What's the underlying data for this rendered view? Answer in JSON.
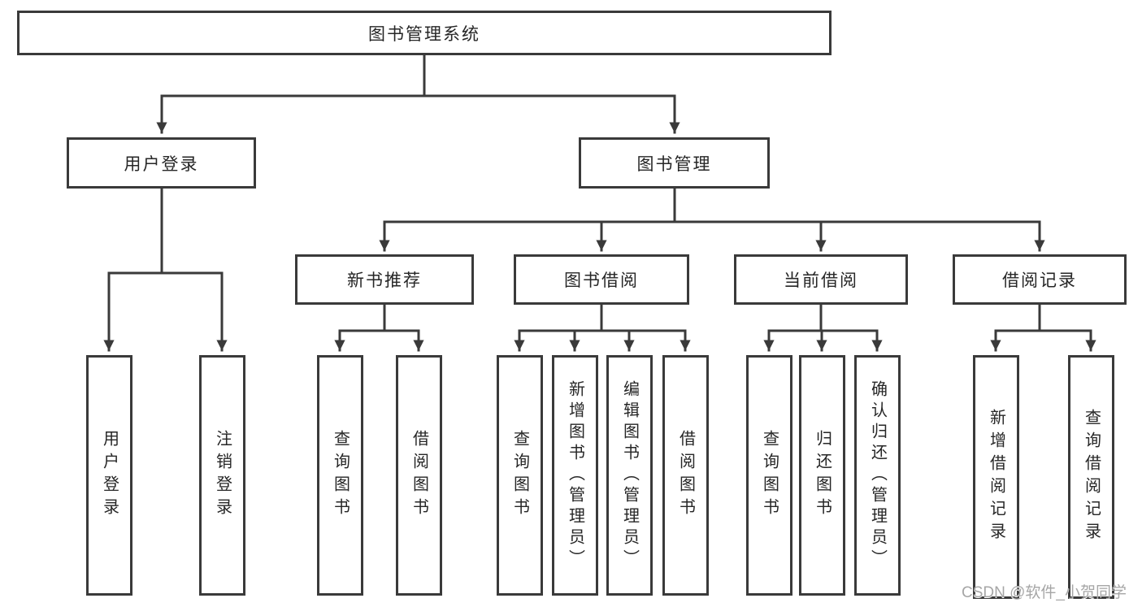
{
  "tree": {
    "label": "图书管理系统",
    "children": [
      {
        "label": "用户登录",
        "children": [
          {
            "label": "用户登录"
          },
          {
            "label": "注销登录"
          }
        ]
      },
      {
        "label": "图书管理",
        "children": [
          {
            "label": "新书推荐",
            "children": [
              {
                "label": "查询图书"
              },
              {
                "label": "借阅图书"
              }
            ]
          },
          {
            "label": "图书借阅",
            "children": [
              {
                "label": "查询图书"
              },
              {
                "label": "新增图书（管理员）"
              },
              {
                "label": "编辑图书（管理员）"
              },
              {
                "label": "借阅图书"
              }
            ]
          },
          {
            "label": "当前借阅",
            "children": [
              {
                "label": "查询图书"
              },
              {
                "label": "归还图书"
              },
              {
                "label": "确认归还（管理员）"
              }
            ]
          },
          {
            "label": "借阅记录",
            "children": [
              {
                "label": "新增借阅记录"
              },
              {
                "label": "查询借阅记录"
              }
            ]
          }
        ]
      }
    ]
  },
  "watermark": "CSDN @软件_小贺同学",
  "colors": {
    "line": "#3a3a3a",
    "box_border": "#3a3a3a",
    "text": "#262626",
    "watermark": "#a6a6a6",
    "background": "#ffffff"
  }
}
